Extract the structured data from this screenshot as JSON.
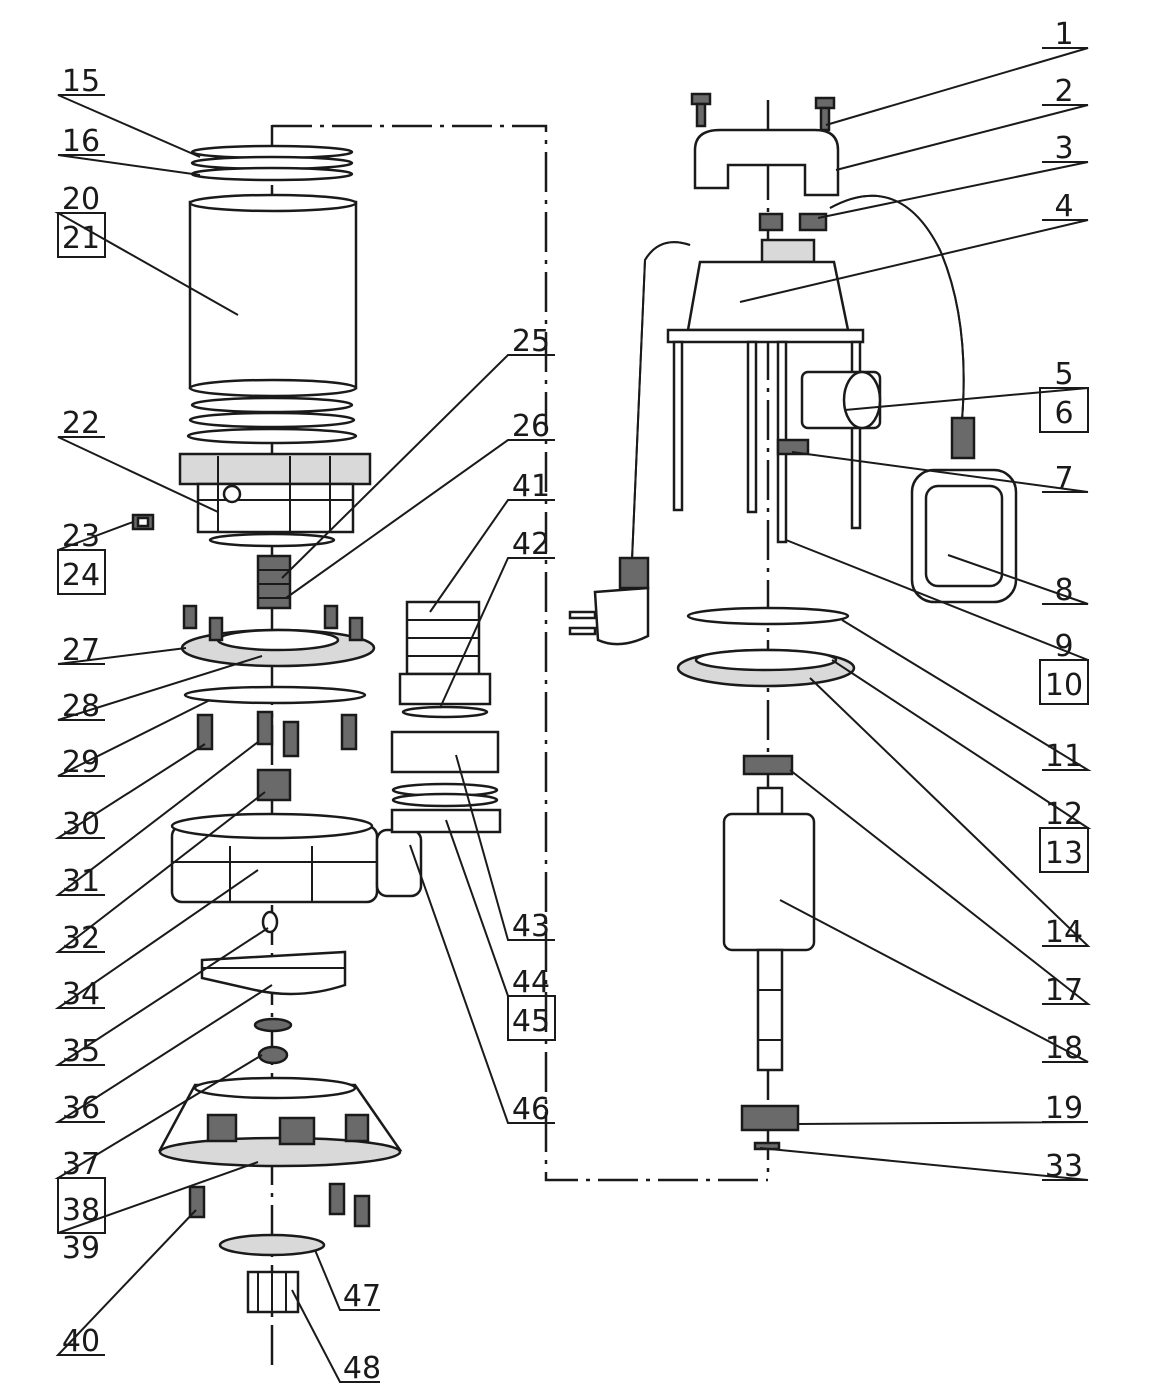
{
  "labels": {
    "l1": "1",
    "l2": "2",
    "l3": "3",
    "l4": "4",
    "l5": "5",
    "l6": "6",
    "l7": "7",
    "l8": "8",
    "l9": "9",
    "l10": "10",
    "l11": "11",
    "l12": "12",
    "l13": "13",
    "l14": "14",
    "l15": "15",
    "l16": "16",
    "l17": "17",
    "l18": "18",
    "l19": "19",
    "l20": "20",
    "l21": "21",
    "l22": "22",
    "l23": "23",
    "l24": "24",
    "l25": "25",
    "l26": "26",
    "l27": "27",
    "l28": "28",
    "l29": "29",
    "l30": "30",
    "l31": "31",
    "l32": "32",
    "l33": "33",
    "l34": "34",
    "l35": "35",
    "l36": "36",
    "l37": "37",
    "l38": "38",
    "l39": "39",
    "l40": "40",
    "l41": "41",
    "l42": "42",
    "l43": "43",
    "l44": "44",
    "l45": "45",
    "l46": "46",
    "l47": "47",
    "l48": "48"
  }
}
